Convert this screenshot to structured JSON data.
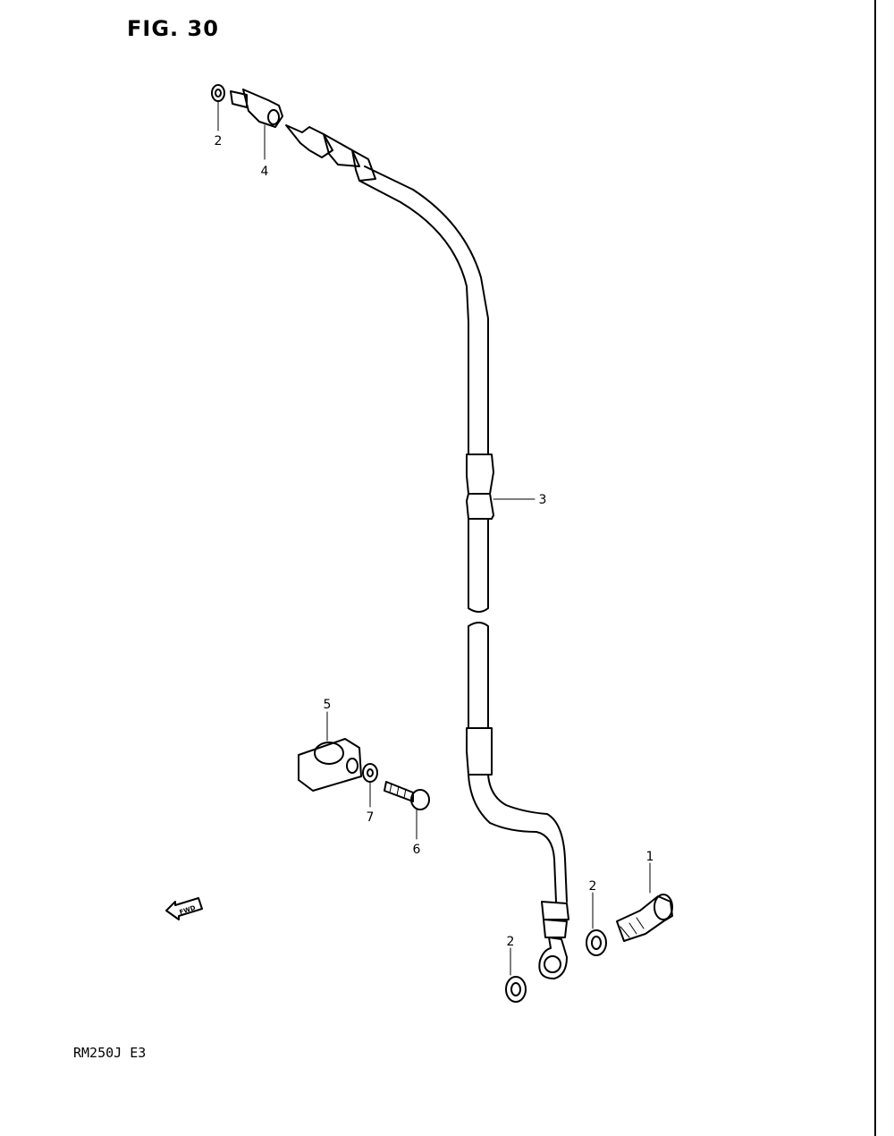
{
  "figure": {
    "title": "FIG. 30",
    "model": "RM250J  E3"
  },
  "callouts": [
    {
      "id": "c1",
      "label": "1"
    },
    {
      "id": "c2a",
      "label": "2"
    },
    {
      "id": "c2b",
      "label": "2"
    },
    {
      "id": "c2c",
      "label": "2"
    },
    {
      "id": "c3",
      "label": "3"
    },
    {
      "id": "c4",
      "label": "4"
    },
    {
      "id": "c5",
      "label": "5"
    },
    {
      "id": "c6",
      "label": "6"
    },
    {
      "id": "c7",
      "label": "7"
    }
  ],
  "forward_indicator": "FWD"
}
